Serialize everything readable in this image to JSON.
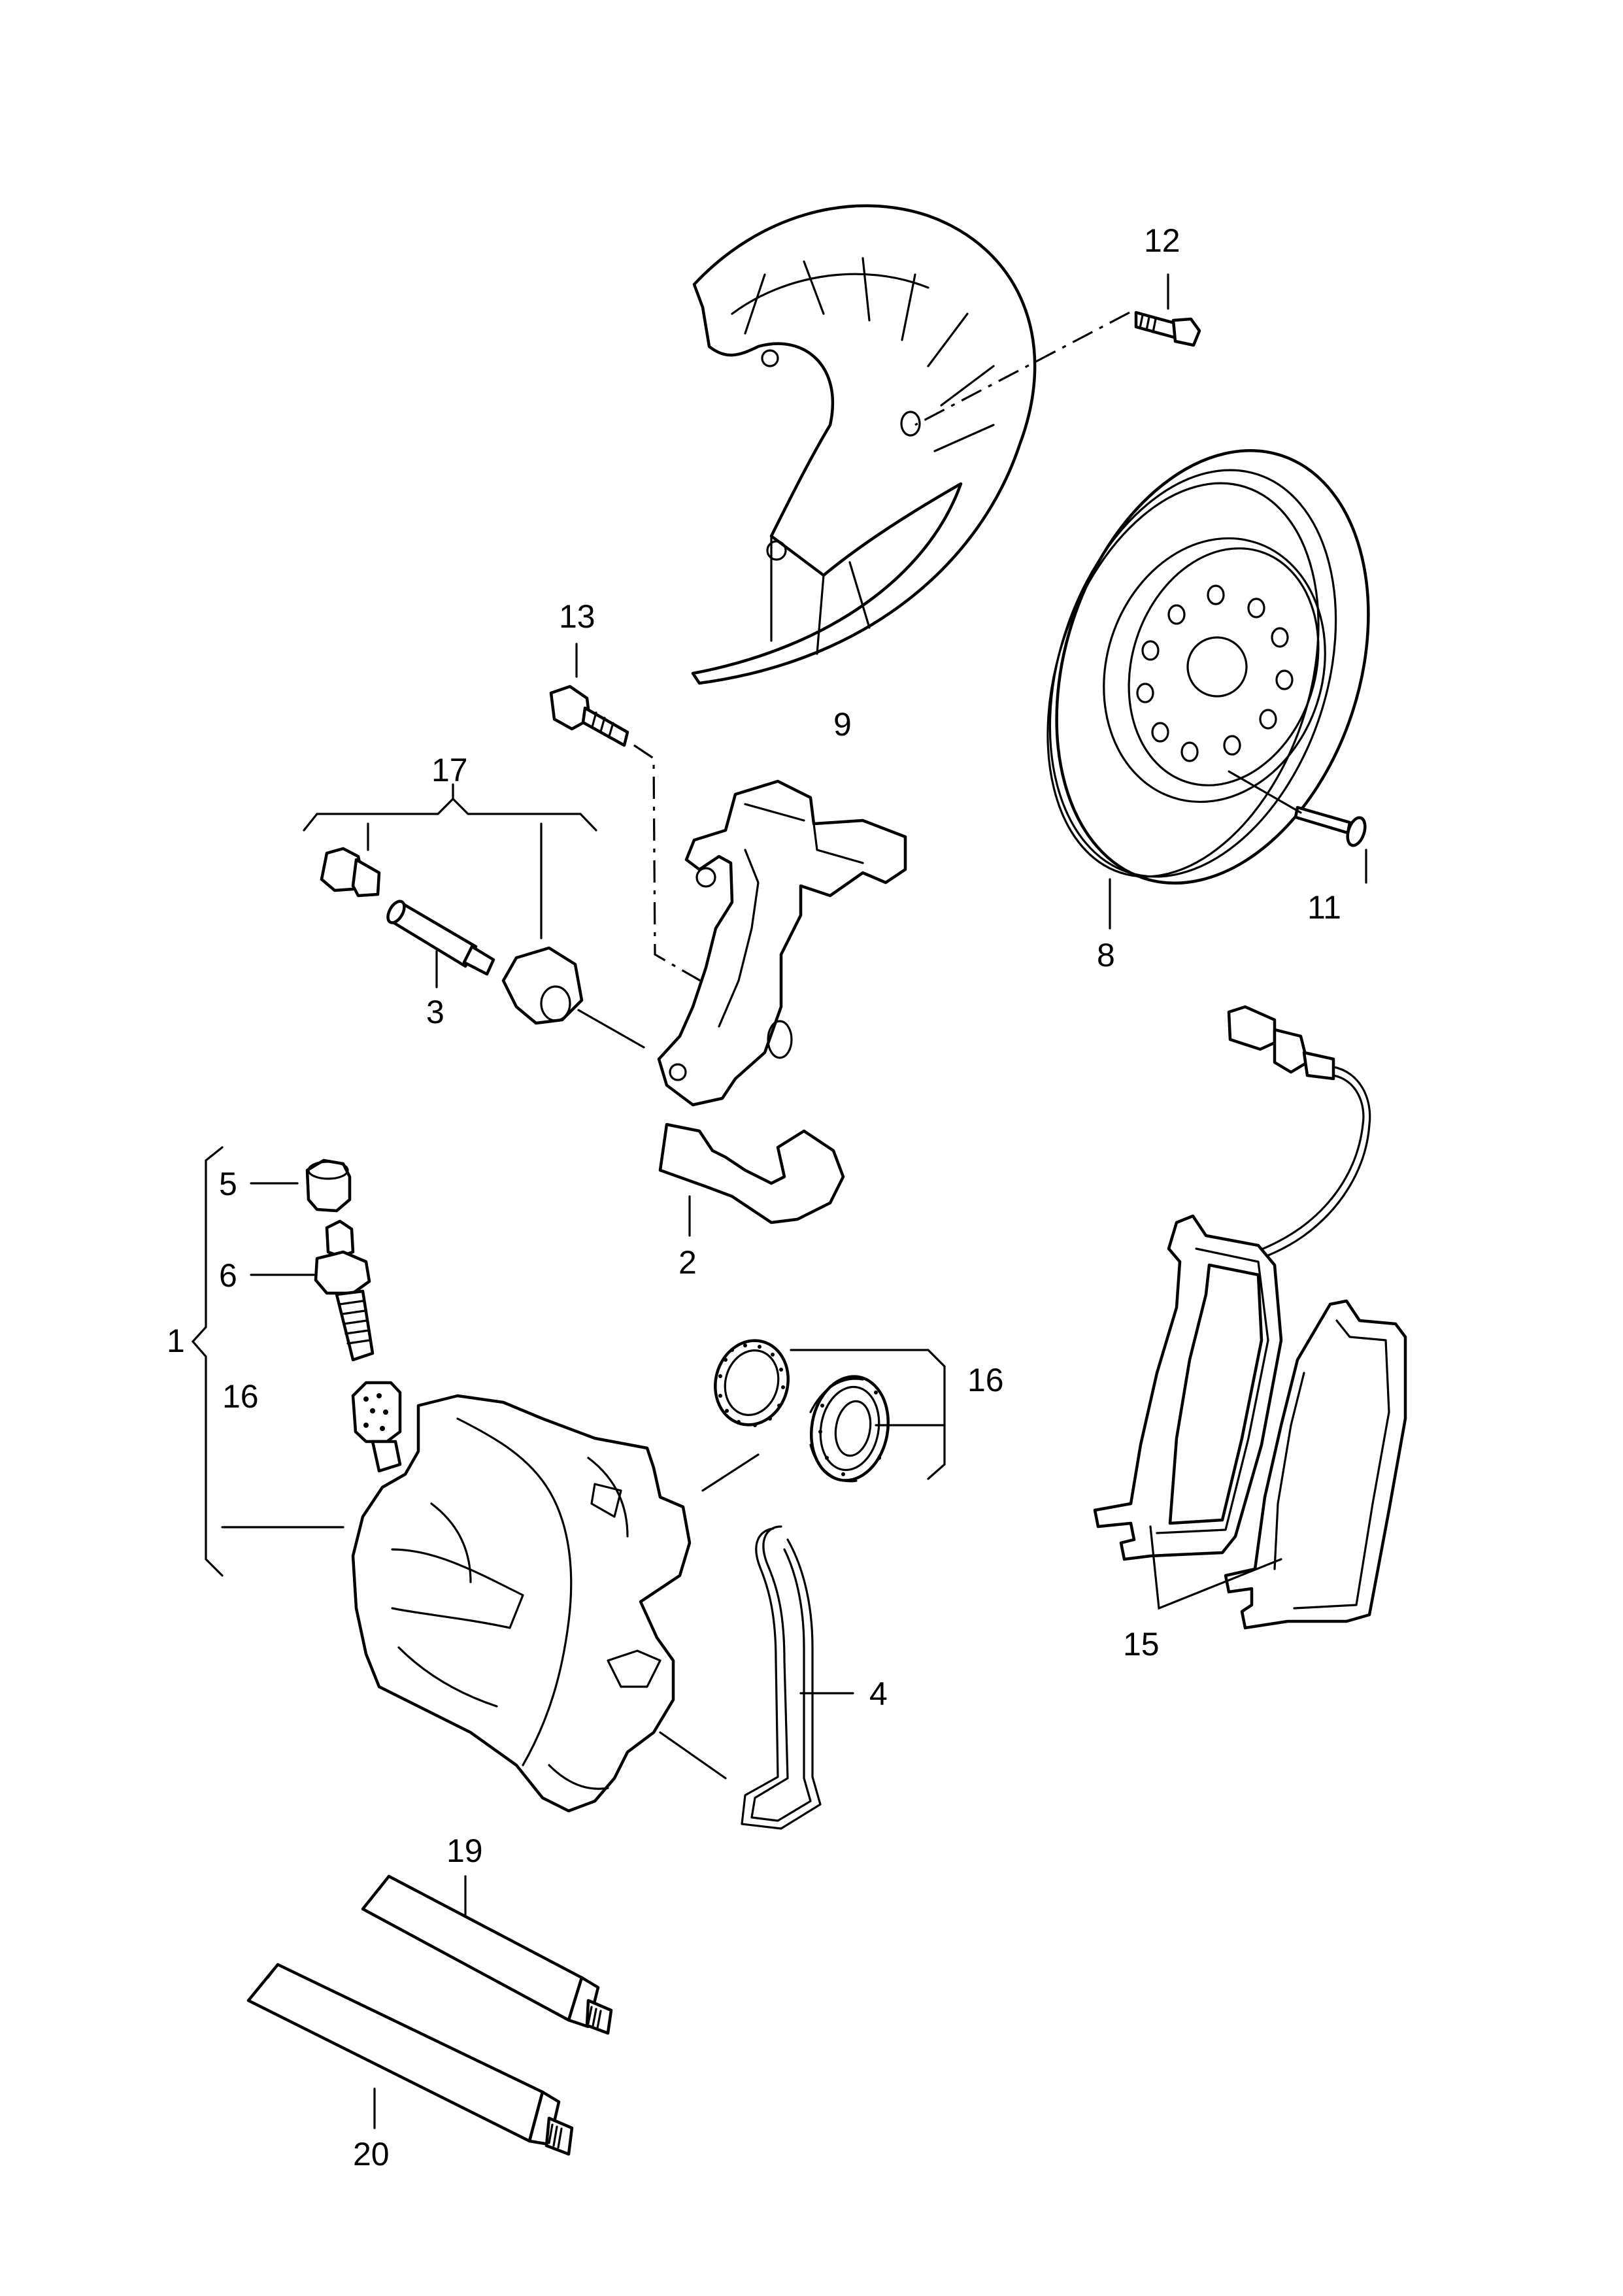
{
  "labels": {
    "p1": "1",
    "p2": "2",
    "p3": "3",
    "p4": "4",
    "p5": "5",
    "p6": "6",
    "p8": "8",
    "p9": "9",
    "p11": "11",
    "p12": "12",
    "p13": "13",
    "p15": "15",
    "p16a": "16",
    "p16b": "16",
    "p17": "17",
    "p19": "19",
    "p20": "20"
  },
  "colors": {
    "line": "#000000",
    "background": "#ffffff"
  }
}
